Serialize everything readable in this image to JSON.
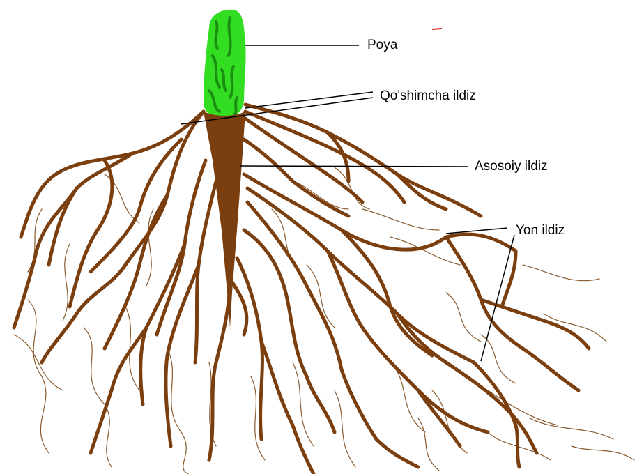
{
  "labels": {
    "poya": "Poya",
    "qoshimcha": "Qo'shimcha ildiz",
    "asosoiy": "Asosoiy ildiz",
    "yon": "Yon ildiz"
  },
  "colors": {
    "stem": "#33dd22",
    "stem_dark": "#1a8f12",
    "root": "#7b3f0f",
    "root_thin": "#8a5a2e",
    "leader": "#000000"
  }
}
